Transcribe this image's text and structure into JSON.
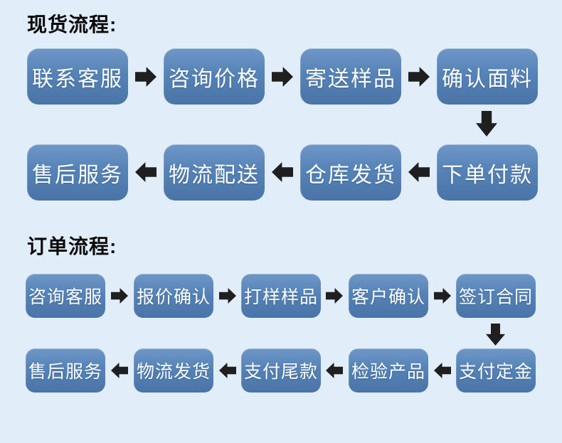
{
  "titles": {
    "flow1": "现货流程:",
    "flow2": "订单流程:"
  },
  "flow1": {
    "row1": [
      "联系客服",
      "咨询价格",
      "寄送样品",
      "确认面料"
    ],
    "row2": [
      "售后服务",
      "物流配送",
      "仓库发货",
      "下单付款"
    ]
  },
  "flow2": {
    "row1": [
      "咨询客服",
      "报价确认",
      "打样样品",
      "客户确认",
      "签订合同"
    ],
    "row2": [
      "售后服务",
      "物流发货",
      "支付尾款",
      "检验产品",
      "支付定金"
    ]
  },
  "colors": {
    "background": "#e1edf8",
    "box_gradient_top": "#6f97c6",
    "box_gradient_bottom": "#4a74a7",
    "box_text": "#ffffff",
    "arrow": "#1f1f1f",
    "title_text": "#0a0a0a"
  }
}
